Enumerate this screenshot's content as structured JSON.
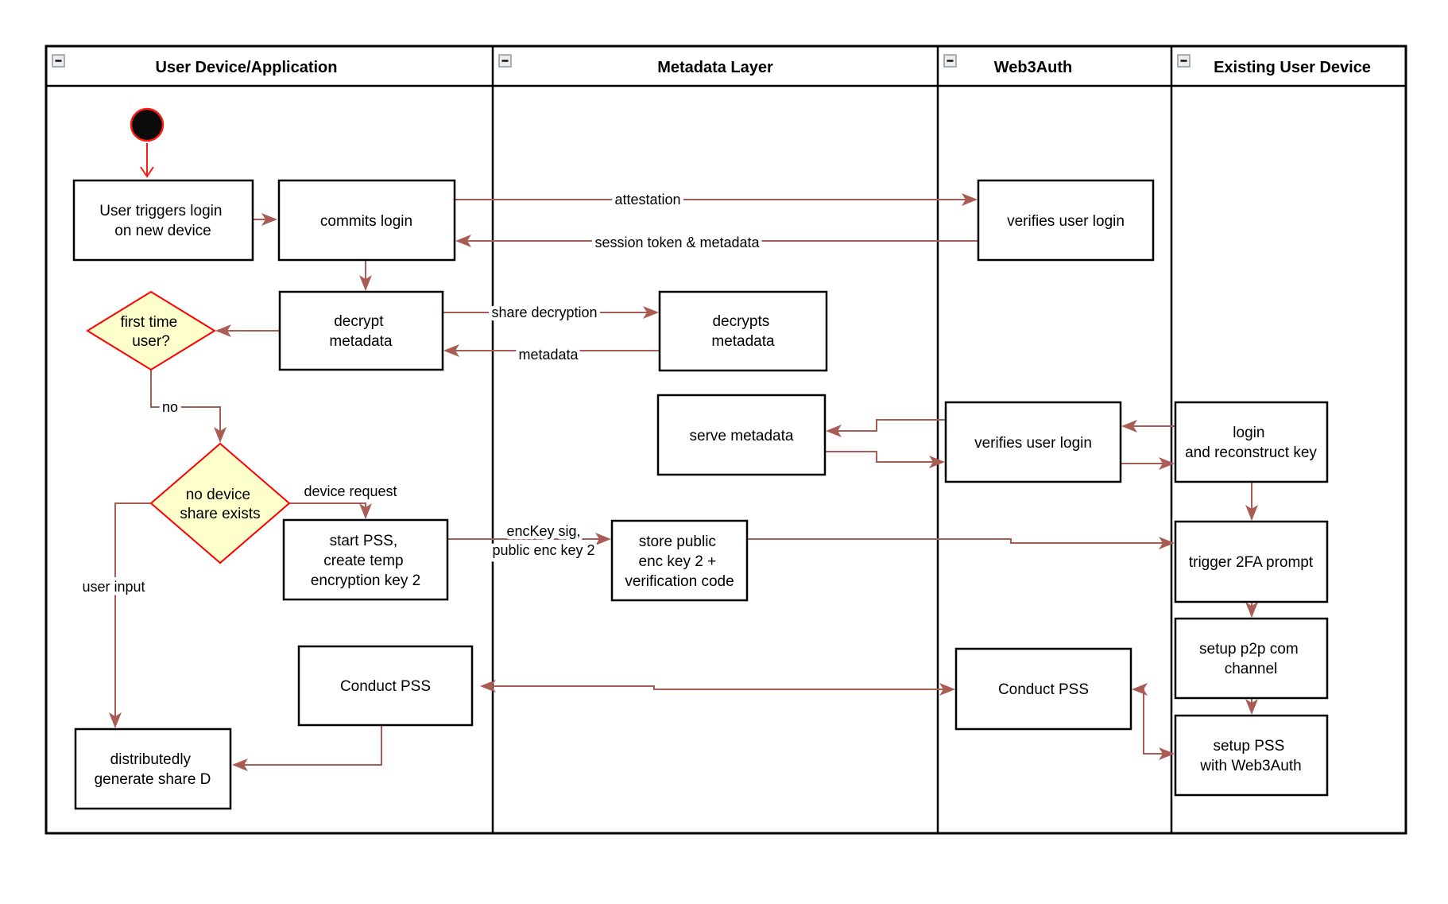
{
  "lanes": {
    "lane1": {
      "label": "User Device/Application"
    },
    "lane2": {
      "label": "Metadata Layer"
    },
    "lane3": {
      "label": "Web3Auth"
    },
    "lane4": {
      "label": "Existing User Device"
    }
  },
  "nodes": {
    "user_triggers": {
      "line1": "User triggers login",
      "line2": "on new device"
    },
    "commits_login": {
      "label": "commits login"
    },
    "verifies_login_top": {
      "label": "verifies user login"
    },
    "decrypt_metadata": {
      "line1": "decrypt",
      "line2": "metadata"
    },
    "decrypts_metadata": {
      "line1": "decrypts",
      "line2": "metadata"
    },
    "first_time_user": {
      "line1": "first time",
      "line2": "user?"
    },
    "serve_metadata": {
      "label": "serve metadata"
    },
    "verifies_login_mid": {
      "label": "verifies user login"
    },
    "login_reconstruct": {
      "line1": "login",
      "line2": "and reconstruct key"
    },
    "no_device_share": {
      "line1": "no device",
      "line2": "share exists"
    },
    "start_pss": {
      "line1": "start PSS,",
      "line2": "create temp",
      "line3": "encryption key 2"
    },
    "store_public": {
      "line1": "store public",
      "line2": "enc key 2 +",
      "line3": "verification code"
    },
    "trigger_2fa": {
      "label": "trigger 2FA prompt"
    },
    "setup_p2p": {
      "line1": "setup p2p com",
      "line2": "channel"
    },
    "setup_pss": {
      "line1": "setup PSS",
      "line2": "with Web3Auth"
    },
    "conduct_pss_left": {
      "label": "Conduct PSS"
    },
    "conduct_pss_w3a": {
      "label": "Conduct PSS"
    },
    "generate_share_d": {
      "line1": "distributedly",
      "line2": "generate share D"
    }
  },
  "edge_labels": {
    "attestation": "attestation",
    "session_token": "session token & metadata",
    "share_decryption": "share decryption",
    "metadata": "metadata",
    "no": "no",
    "device_request": "device request",
    "user_input": "user input",
    "enckey_line1": "encKey sig,",
    "enckey_line2": "public enc key 2"
  },
  "colors": {
    "arrow": "#A85C54",
    "accent": "#FF1A0F",
    "decision_fill": "#FFFFCC",
    "decision_stroke": "#FF0000",
    "box_fill": "#FFFFFF",
    "box_stroke": "#000000",
    "lane_border": "#000000",
    "background": "#FFFFFF"
  }
}
